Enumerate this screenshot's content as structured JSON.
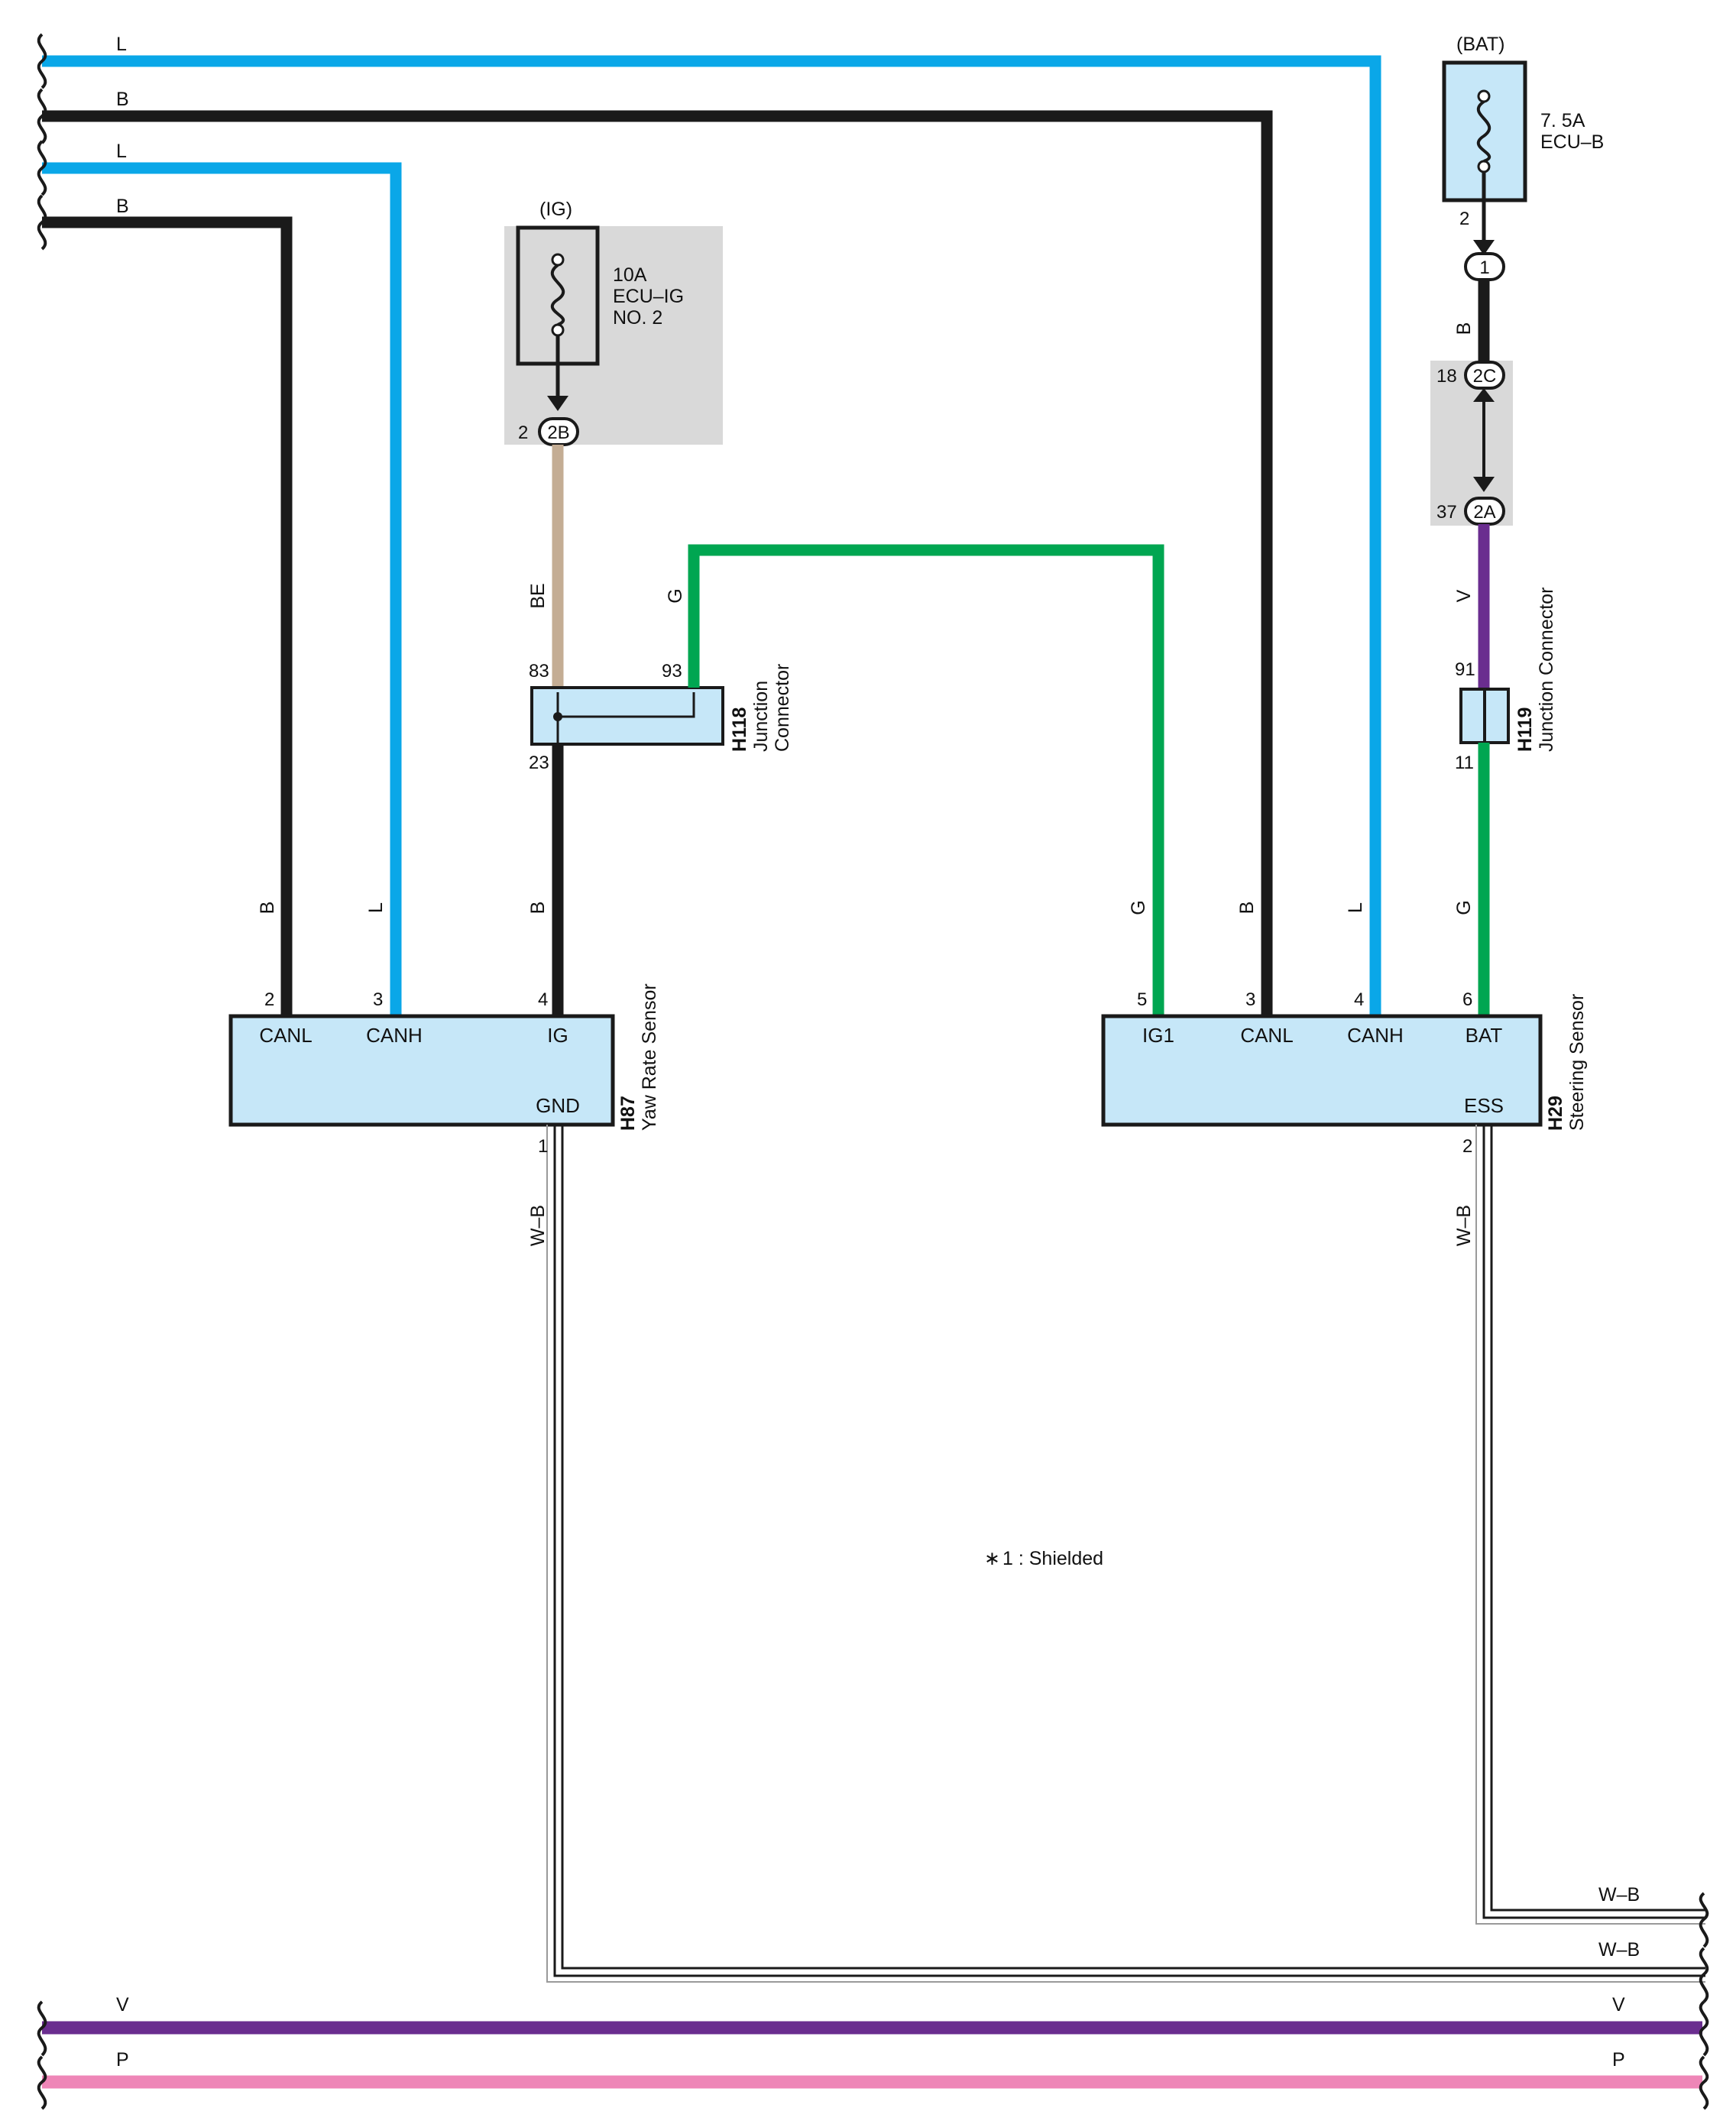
{
  "colors": {
    "L": "#0aa7e8",
    "B": "#1a1a1a",
    "G": "#00a651",
    "BE": "#c4ad94",
    "V": "#6a2d8f",
    "P": "#ee86b7",
    "component_fill": "#c6e7f8",
    "shade": "#d9d9d9"
  },
  "left_edge_wires": [
    {
      "label": "L"
    },
    {
      "label": "B"
    },
    {
      "label": "L"
    },
    {
      "label": "B"
    }
  ],
  "bottom_wires": [
    {
      "left_label": "V",
      "right_label": "V"
    },
    {
      "left_label": "P",
      "right_label": "P"
    }
  ],
  "right_edge_labels": {
    "wb_upper": "W–B",
    "wb_lower": "W–B"
  },
  "fuse_ig": {
    "header": "(IG)",
    "rating": "10A",
    "name_line1": "ECU–IG",
    "name_line2": "NO. 2",
    "icon": "fuse-icon",
    "pin": "2",
    "connector": "2B"
  },
  "fuse_bat": {
    "header": "(BAT)",
    "rating": "7. 5A",
    "name": "ECU–B",
    "icon": "fuse-icon",
    "pin": "2",
    "connector_1": "1",
    "wire_label": "B",
    "pin_2c": "18",
    "connector_2c": "2C",
    "pin_2a": "37",
    "connector_2a": "2A"
  },
  "h118": {
    "code": "H118",
    "name_line1": "Junction",
    "name_line2": "Connector",
    "pin_in": "83",
    "pin_g": "93",
    "pin_out": "23",
    "wire_in": "BE",
    "wire_g": "G"
  },
  "h119": {
    "code": "H119",
    "name": "Junction Connector",
    "pin_in": "91",
    "pin_out": "11",
    "wire_in": "V",
    "wire_out": "G"
  },
  "h87": {
    "code": "H87",
    "name": "Yaw Rate Sensor",
    "terminals": [
      {
        "pin": "2",
        "name": "CANL",
        "wire": "B"
      },
      {
        "pin": "3",
        "name": "CANH",
        "wire": "L"
      },
      {
        "pin": "4",
        "name": "IG",
        "wire": "B"
      }
    ],
    "gnd": {
      "pin": "1",
      "name": "GND",
      "wire": "W–B"
    }
  },
  "h29": {
    "code": "H29",
    "name": "Steering Sensor",
    "terminals": [
      {
        "pin": "5",
        "name": "IG1",
        "wire": "G"
      },
      {
        "pin": "3",
        "name": "CANL",
        "wire": "B"
      },
      {
        "pin": "4",
        "name": "CANH",
        "wire": "L"
      },
      {
        "pin": "6",
        "name": "BAT",
        "wire": "G"
      }
    ],
    "ess": {
      "pin": "2",
      "name": "ESS",
      "wire": "W–B"
    }
  },
  "note": {
    "star": "∗",
    "text": "1 : Shielded"
  }
}
